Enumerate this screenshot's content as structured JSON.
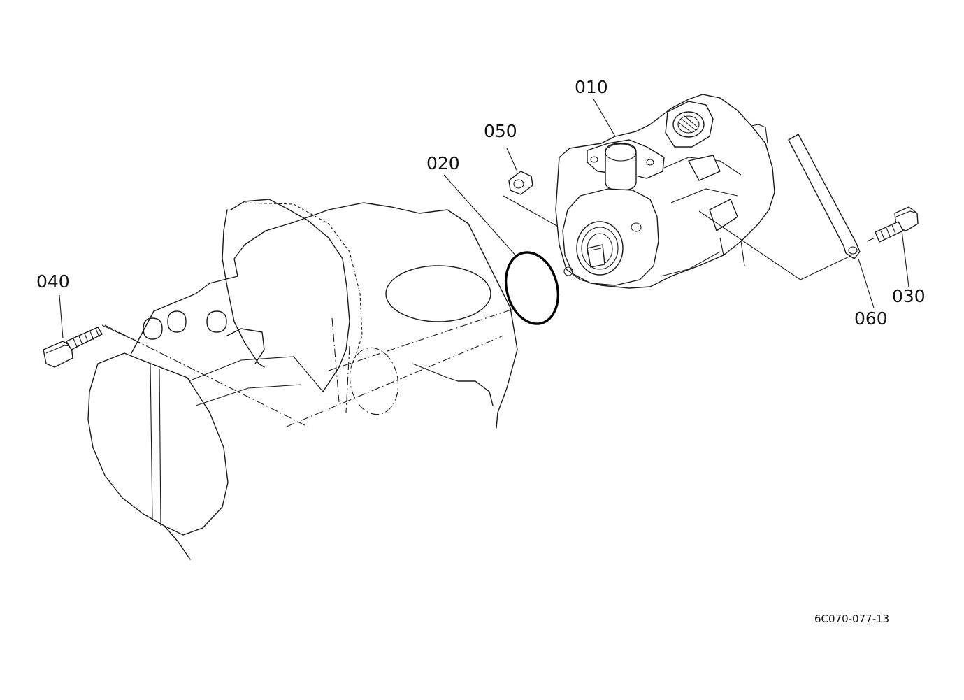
{
  "callouts": {
    "part_010": "010",
    "part_020": "020",
    "part_030": "030",
    "part_040": "040",
    "part_050": "050",
    "part_060": "060"
  },
  "drawing_code": "6C070-077-13",
  "parts": [
    {
      "callout": "010",
      "icon": "hydraulic-pump"
    },
    {
      "callout": "020",
      "icon": "o-ring"
    },
    {
      "callout": "030",
      "icon": "bolt"
    },
    {
      "callout": "040",
      "icon": "bolt"
    },
    {
      "callout": "050",
      "icon": "nut"
    },
    {
      "callout": "060",
      "icon": "strap"
    }
  ],
  "colors": {
    "line": "#1a1a1a",
    "background": "#ffffff"
  }
}
